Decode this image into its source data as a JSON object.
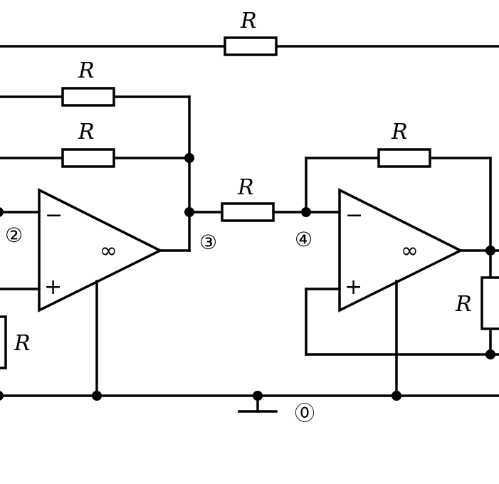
{
  "resistor_label": "R",
  "nodes": {
    "n0": "⓪",
    "n2": "②",
    "n3": "③",
    "n4": "④"
  },
  "opamp": {
    "gain_symbol": "∞",
    "inverting_sign": "−",
    "noninverting_sign": "+"
  }
}
